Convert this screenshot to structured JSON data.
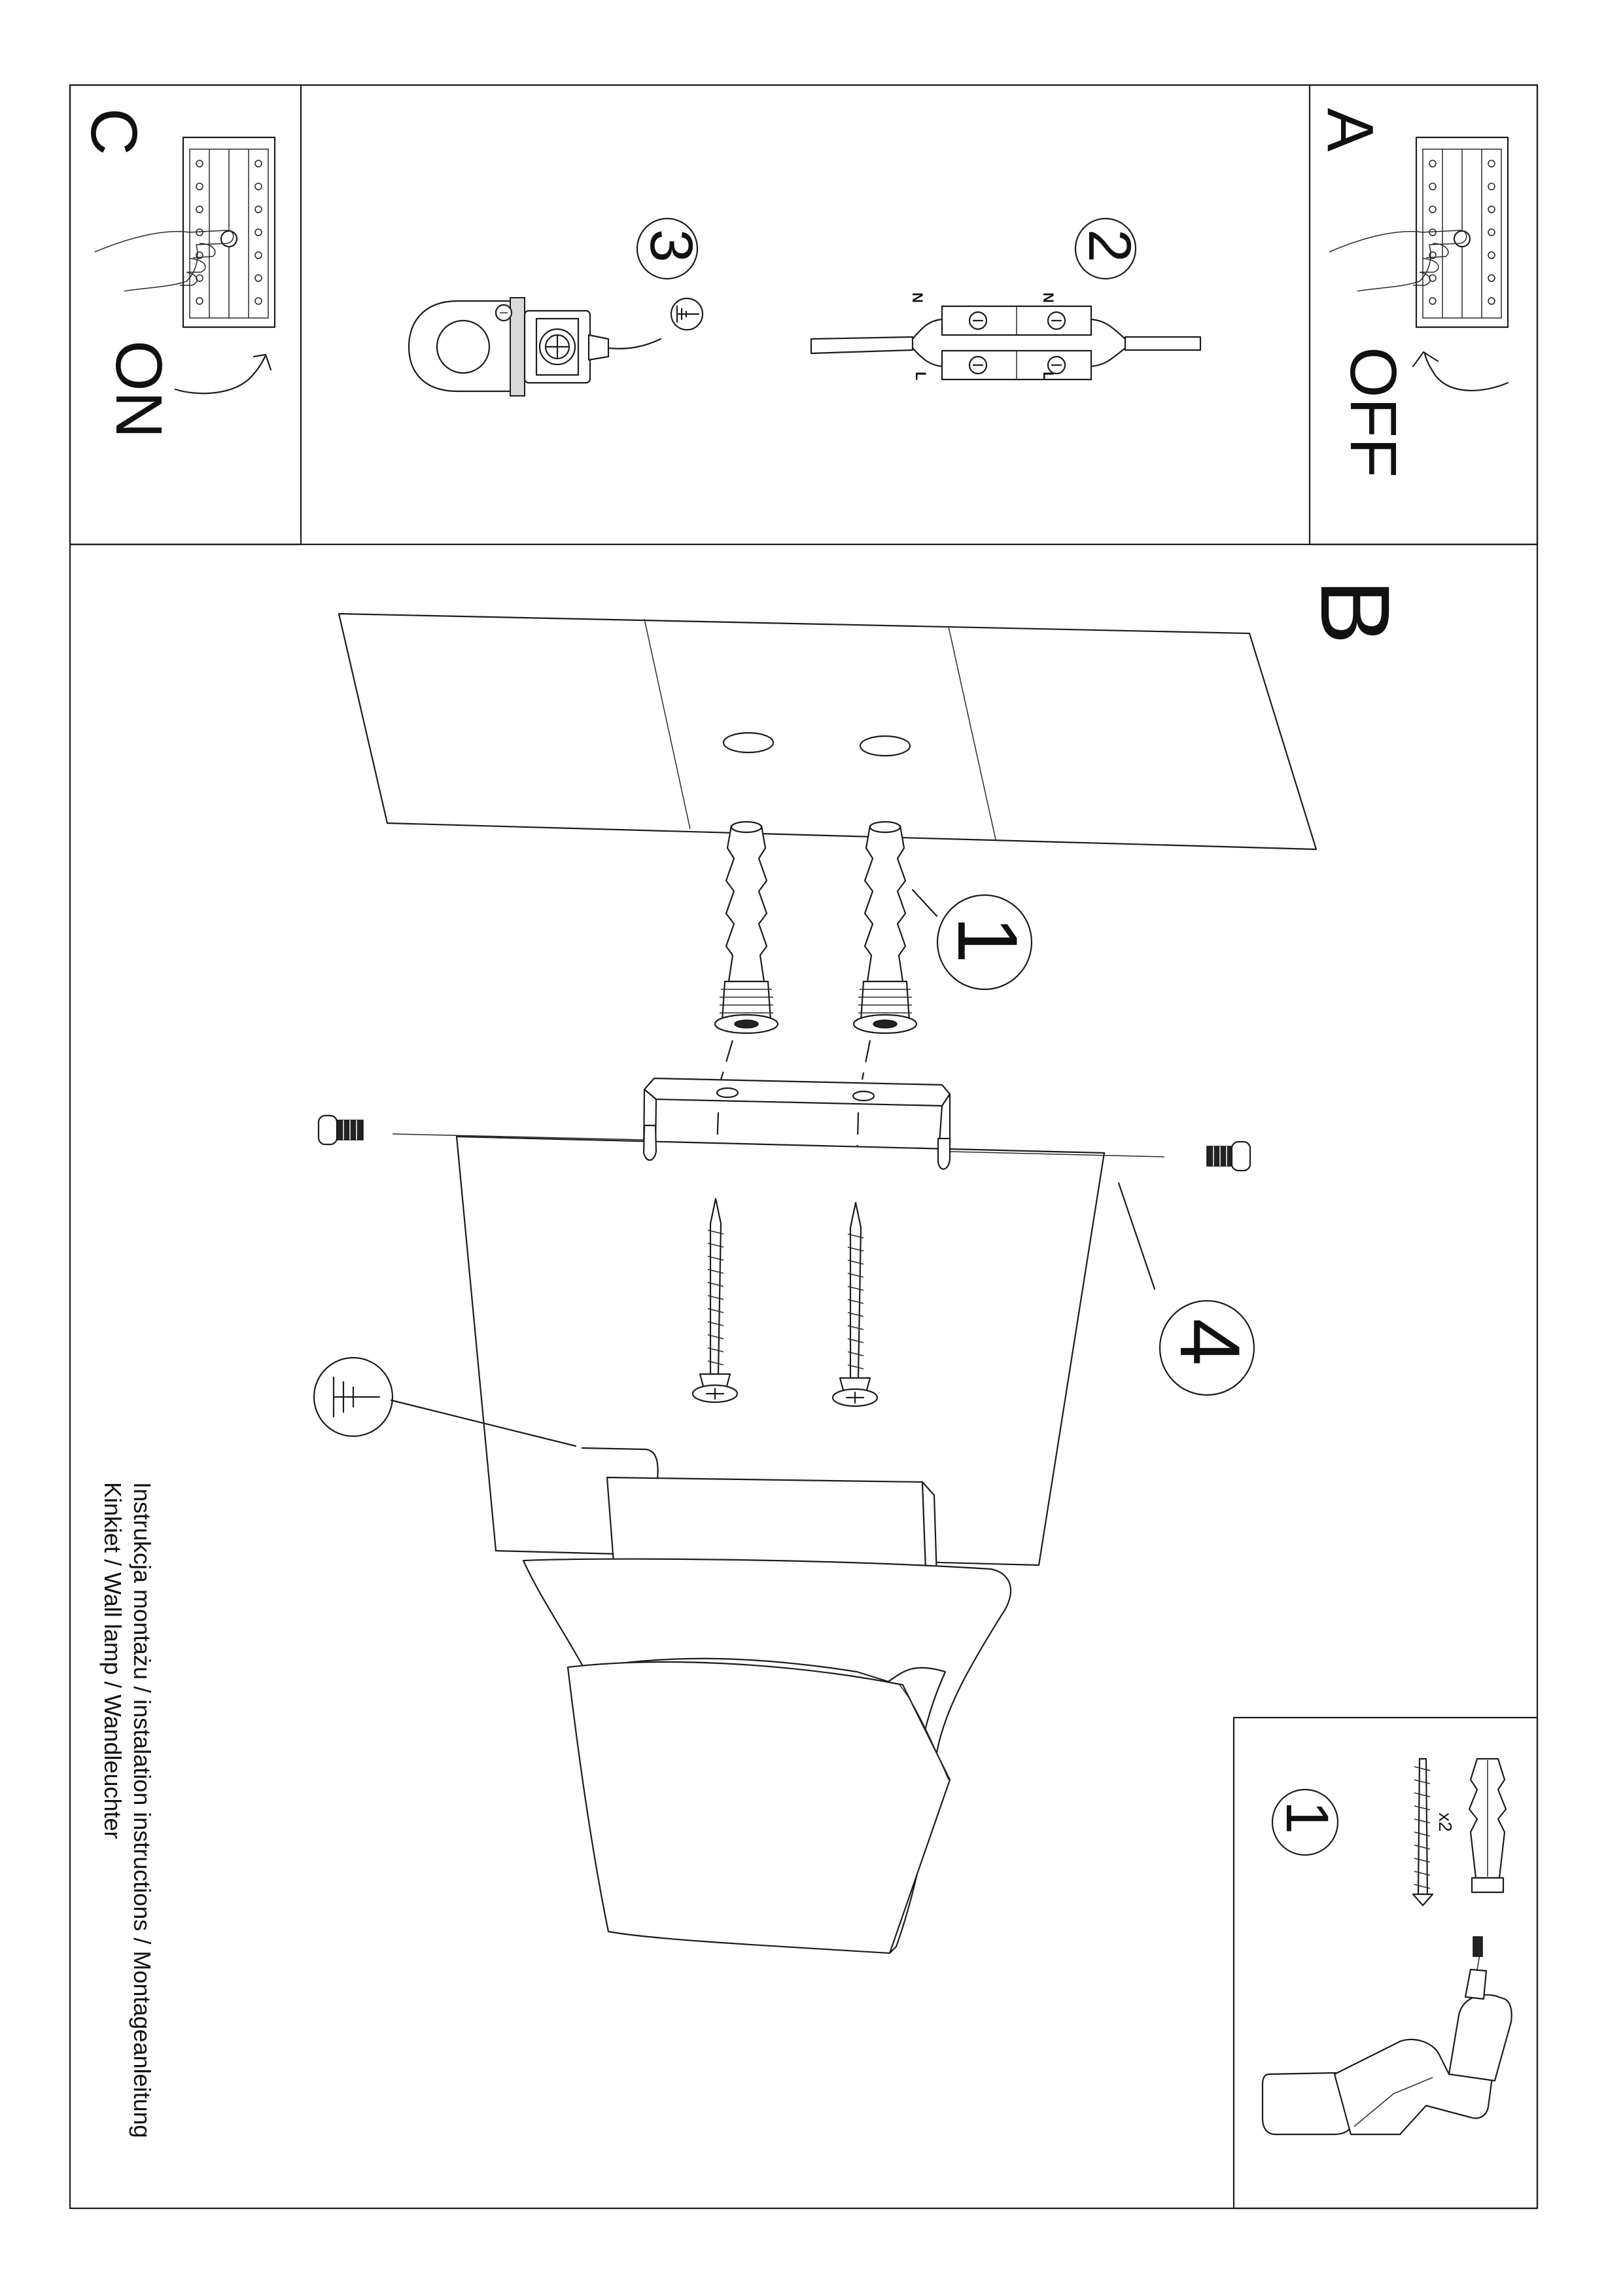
{
  "panels": {
    "off": {
      "letter": "A",
      "state": "OFF"
    },
    "on": {
      "letter": "C",
      "state": "ON"
    },
    "main": {
      "letter": "B"
    }
  },
  "steps": {
    "s1": "1",
    "s2": "2",
    "s3": "3",
    "s4": "4"
  },
  "wiring": {
    "neutral": "N",
    "live": "L"
  },
  "kit": {
    "number": "1",
    "quantity": "x2"
  },
  "caption": {
    "line1": "Instrukcja montażu / instalation instructions / Montageanleitung",
    "line2": "Kinkiet / Wall lamp / Wandleuchter"
  },
  "colors": {
    "line": "#1c1c1c",
    "paper": "#ffffff"
  }
}
